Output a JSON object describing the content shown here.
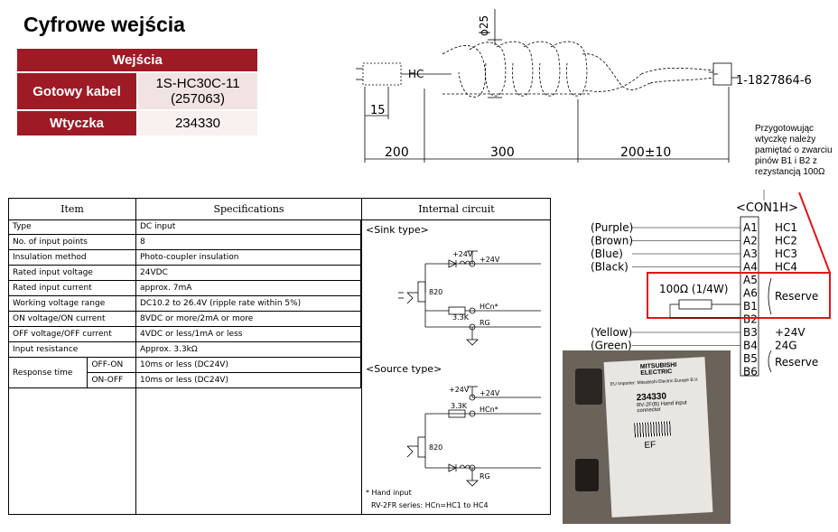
{
  "title": "Cyfrowe wejścia",
  "pl_table": {
    "header": "Wejścia",
    "rows": [
      {
        "label": "Gotowy kabel",
        "value_line1": "1S-HC30C-11",
        "value_line2": "(257063)"
      },
      {
        "label": "Wtyczka",
        "value_line1": "234330",
        "value_line2": ""
      }
    ]
  },
  "cable": {
    "diameter": "ϕ25",
    "hc_label": "HC",
    "dim_15": "15",
    "dim_200_left": "200",
    "dim_300": "300",
    "dim_200_right": "200±10",
    "part_number": "1-1827864-6"
  },
  "note": "Przygotowując wtyczkę należy pamiętać o zwarciu pinów B1 i B2 z rezystancją 100Ω",
  "connector": {
    "title": "<CON1H>",
    "pins": [
      {
        "wire": "(Purple)",
        "pin": "A1",
        "signal": "HC1"
      },
      {
        "wire": "(Brown)",
        "pin": "A2",
        "signal": "HC2"
      },
      {
        "wire": "(Blue)",
        "pin": "A3",
        "signal": "HC3"
      },
      {
        "wire": "(Black)",
        "pin": "A4",
        "signal": "HC4"
      },
      {
        "wire": "",
        "pin": "A5",
        "signal": ""
      },
      {
        "wire": "",
        "pin": "A6",
        "signal": ""
      },
      {
        "wire": "",
        "pin": "B1",
        "signal": ""
      },
      {
        "wire": "",
        "pin": "B2",
        "signal": ""
      },
      {
        "wire": "(Yellow)",
        "pin": "B3",
        "signal": "+24V"
      },
      {
        "wire": "(Green)",
        "pin": "B4",
        "signal": "24G"
      },
      {
        "wire": "",
        "pin": "B5",
        "signal": ""
      },
      {
        "wire": "",
        "pin": "B6",
        "signal": ""
      }
    ],
    "resistor_label": "100Ω (1/4W)",
    "reserve1": "Reserve",
    "reserve2": "Reserve"
  },
  "spec": {
    "headers": {
      "item": "Item",
      "specifications": "Specifications",
      "circuit": "Internal circuit"
    },
    "rows": [
      {
        "item": "Type",
        "sub": "",
        "spec": "DC input"
      },
      {
        "item": "No. of input points",
        "sub": "",
        "spec": "8"
      },
      {
        "item": "Insulation method",
        "sub": "",
        "spec": "Photo-coupler insulation"
      },
      {
        "item": "Rated input voltage",
        "sub": "",
        "spec": "24VDC"
      },
      {
        "item": "Rated input current",
        "sub": "",
        "spec": "approx. 7mA"
      },
      {
        "item": "Working voltage range",
        "sub": "",
        "spec": "DC10.2 to 26.4V (ripple rate within 5%)"
      },
      {
        "item": "ON voltage/ON current",
        "sub": "",
        "spec": "8VDC or more/2mA or more"
      },
      {
        "item": "OFF voltage/OFF current",
        "sub": "",
        "spec": "4VDC or less/1mA or less"
      },
      {
        "item": "Input resistance",
        "sub": "",
        "spec": "Approx. 3.3kΩ"
      },
      {
        "item": "Response time",
        "sub": "OFF-ON",
        "spec": "10ms or less (DC24V)"
      },
      {
        "item": "",
        "sub": "ON-OFF",
        "spec": "10ms or less (DC24V)"
      }
    ]
  },
  "circuit": {
    "sink_title": "<Sink type>",
    "source_title": "<Source type>",
    "v24": "+24V",
    "r820": "820",
    "r33k": "3.3K",
    "hcn": "HCn*",
    "rg": "RG",
    "footnote1": "* Hand input",
    "footnote2": "RV-2FR series: HCn=HC1 to HC4"
  },
  "photo": {
    "brand": "MITSUBISHI ELECTRIC",
    "importer": "EU Importer: Mitsubishi Electric Europe B.V.",
    "part": "234330",
    "desc": "RV-2F(B) Hand input connector",
    "ef": "EF"
  }
}
